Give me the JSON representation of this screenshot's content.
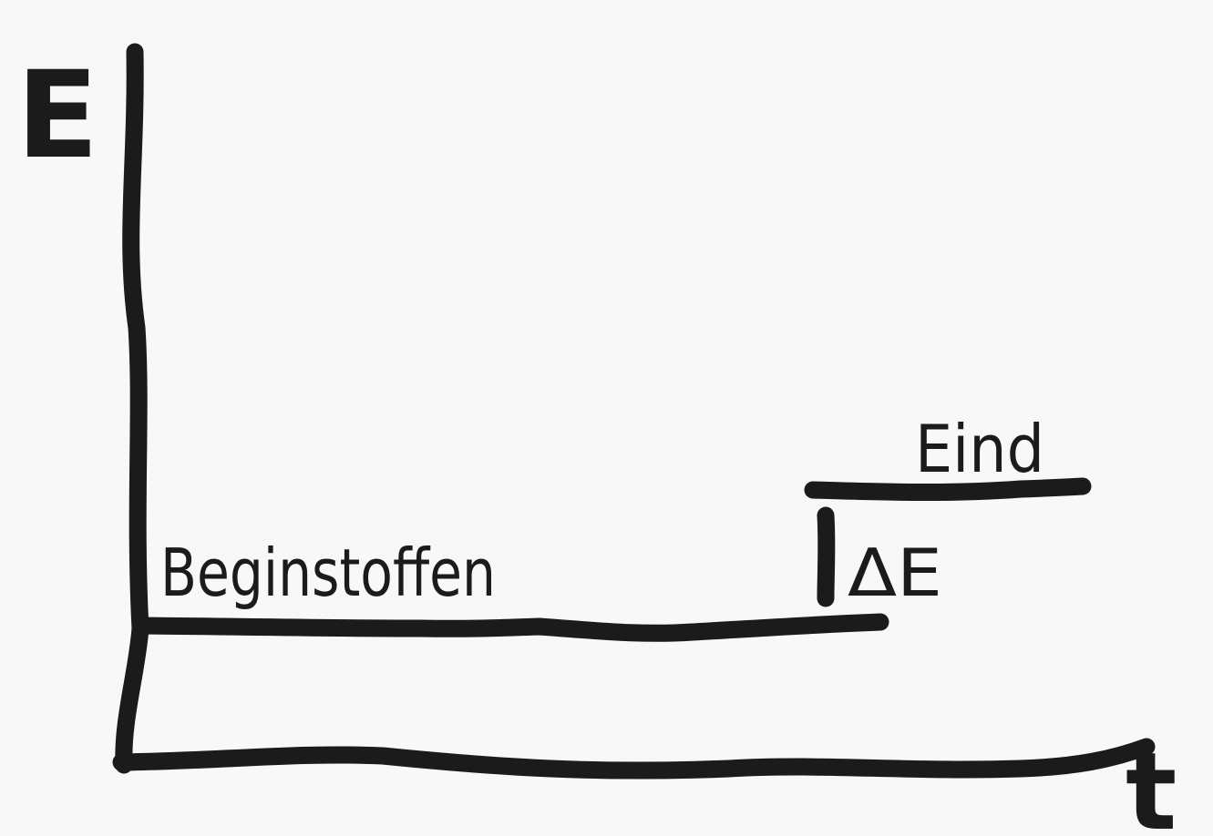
{
  "diagram": {
    "y_axis_label": "E",
    "x_axis_label": "t",
    "start_level_label": "Beginstoffen",
    "end_level_label": "Eind",
    "delta_label": "ΔE",
    "ink_color": "#1b1b1b",
    "background_color": "#f8f8f8"
  }
}
